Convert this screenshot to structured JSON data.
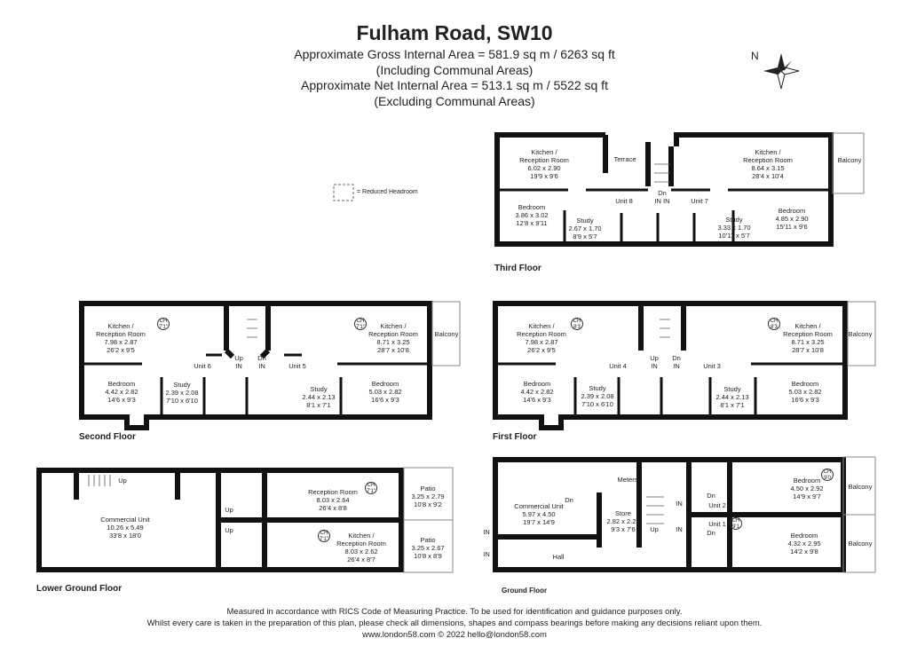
{
  "header": {
    "title": "Fulham Road, SW10",
    "gross": "Approximate Gross Internal Area = 581.9 sq m / 6263 sq ft",
    "gross_note": "(Including Communal Areas)",
    "net": "Approximate Net Internal Area = 513.1 sq m / 5522 sq ft",
    "net_note": "(Excluding Communal Areas)"
  },
  "compass": {
    "label": "N",
    "icon": "compass-rose-icon"
  },
  "legend": {
    "text": "= Reduced Headroom"
  },
  "third": {
    "name": "Third Floor",
    "kitchen_l": [
      "Kitchen /",
      "Reception Room",
      "6.02 x 2.90",
      "19'9 x 9'6"
    ],
    "terrace": "Terrace",
    "kitchen_r": [
      "Kitchen /",
      "Reception Room",
      "8.64 x 3.15",
      "28'4 x 10'4"
    ],
    "balcony": "Balcony",
    "bedroom_l": [
      "Bedroom",
      "3.86 x 3.02",
      "12'8 x 9'11"
    ],
    "study_l": [
      "Study",
      "2.67 x 1.70",
      "8'9 x 5'7"
    ],
    "unit8": "Unit 8",
    "dn": "Dn",
    "in_in": "IN IN",
    "unit7": "Unit 7",
    "study_r": [
      "Study",
      "3.33 x 1.70",
      "10'11 x 5'7"
    ],
    "bedroom_r": [
      "Bedroom",
      "4.85 x 2.90",
      "15'11 x 9'6"
    ]
  },
  "second": {
    "name": "Second Floor",
    "kitchen_l": [
      "Kitchen /",
      "Reception Room",
      "7.98 x 2.87",
      "26'2 x 9'5"
    ],
    "ch_l": [
      "CH",
      "7'1\""
    ],
    "up": "Up",
    "in_l": "IN",
    "dn": "Dn",
    "in_r": "IN",
    "unit6": "Unit 6",
    "unit5": "Unit 5",
    "ch_r": [
      "CH",
      "7'1\""
    ],
    "kitchen_r": [
      "Kitchen /",
      "Reception Room",
      "8.71 x 3.25",
      "28'7 x 10'8"
    ],
    "balcony": "Balcony",
    "bedroom_l": [
      "Bedroom",
      "4.42 x 2.82",
      "14'6 x 9'3"
    ],
    "study_l": [
      "Study",
      "2.39 x 2.08",
      "7'10 x 6'10"
    ],
    "study_r": [
      "Study",
      "2.44 x 2.13",
      "8'1 x 7'1"
    ],
    "bedroom_r": [
      "Bedroom",
      "5.03 x 2.82",
      "16'6 x 9'3"
    ]
  },
  "first": {
    "name": "First Floor",
    "kitchen_l": [
      "Kitchen /",
      "Reception Room",
      "7.98 x 2.87",
      "26'2 x 9'5"
    ],
    "ch_l": [
      "CH",
      "8'3"
    ],
    "up": "Up",
    "in_l": "IN",
    "dn": "Dn",
    "in_r": "IN",
    "unit4": "Unit 4",
    "unit3": "Unit 3",
    "ch_r": [
      "CH",
      "8'3"
    ],
    "kitchen_r": [
      "Kitchen /",
      "Reception Room",
      "8.71 x 3.25",
      "28'7 x 10'8"
    ],
    "balcony": "Balcony",
    "bedroom_l": [
      "Bedroom",
      "4.42 x 2.82",
      "14'6 x 9'3"
    ],
    "study_l": [
      "Study",
      "2.39 x 2.08",
      "7'10 x 6'10"
    ],
    "study_r": [
      "Study",
      "2.44 x 2.13",
      "8'1 x 7'1"
    ],
    "bedroom_r": [
      "Bedroom",
      "5.03 x 2.82",
      "16'6 x 9'3"
    ]
  },
  "lower": {
    "name": "Lower Ground Floor",
    "up_main": "Up",
    "commercial": [
      "Commercial Unit",
      "10.26 x 5.49",
      "33'8 x 18'0"
    ],
    "up_1": "Up",
    "up_2": "Up",
    "reception": [
      "Reception Room",
      "8.03 x 2.64",
      "26'4 x 8'8"
    ],
    "ch_1": [
      "CH",
      "7'1\""
    ],
    "patio_1": [
      "Patio",
      "3.25 x 2.79",
      "10'8 x 9'2"
    ],
    "ch_2": [
      "CH",
      "7'1\""
    ],
    "kitchen": [
      "Kitchen /",
      "Reception Room",
      "8.03 x 2.62",
      "26'4 x 8'7"
    ],
    "patio_2": [
      "Patio",
      "3.25 x 2.67",
      "10'8 x 8'9"
    ]
  },
  "ground": {
    "name": "Ground Floor",
    "commercial": [
      "Commercial Unit",
      "5.97 x 4.50",
      "19'7 x 14'9"
    ],
    "dn_c": "Dn",
    "meters": "Meters",
    "store": [
      "Store",
      "2.82 x 2.29",
      "9'3 x 7'6"
    ],
    "up": "Up",
    "in_1": "IN",
    "in_2": "IN",
    "in_3": "IN",
    "in_4": "IN",
    "unit2": "Unit 2",
    "dn_2": "Dn",
    "unit1": "Unit 1",
    "dn_1": "Dn",
    "bedroom_1": [
      "Bedroom",
      "4.50 x 2.92",
      "14'9 x 9'7"
    ],
    "ch_1": [
      "CH",
      "9'0"
    ],
    "bedroom_2": [
      "Bedroom",
      "4.32 x 2.95",
      "14'2 x 9'8"
    ],
    "ch_2": [
      "CH",
      "9'1"
    ],
    "balcony_1": "Balcony",
    "balcony_2": "Balcony",
    "hall": "Hall"
  },
  "footer": [
    "Measured in accordance with RICS Code of Measuring Practice. To be used for identification and guidance purposes only.",
    "Whilst every care is taken in the preparation of this plan, please check all dimensions, shapes and compass bearings before making any decisions reliant upon them.",
    "www.london58.com © 2022 hello@london58.com"
  ]
}
